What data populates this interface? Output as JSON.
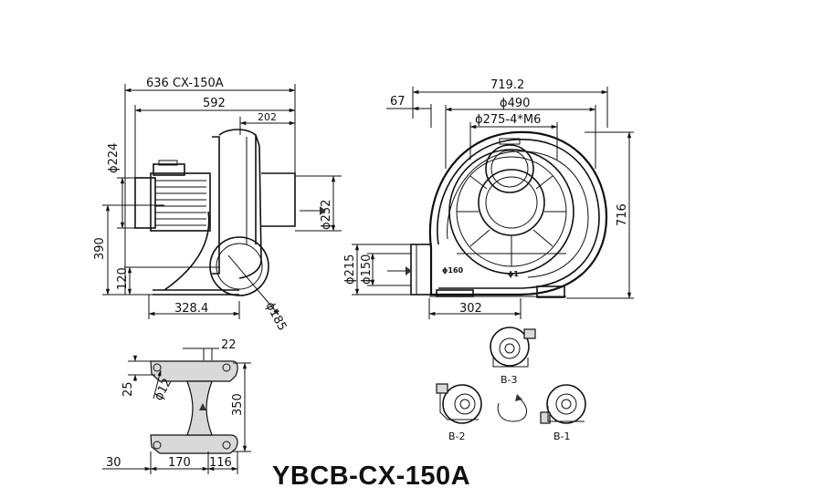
{
  "model": "YBCB-CX-150A",
  "side_view": {
    "dims": {
      "overall_length": "636 CX-150A",
      "length_592": "592",
      "width_202": "202",
      "dia_224": "ϕ224",
      "dia_252": "ϕ252",
      "height_390": "390",
      "height_120": "120",
      "base_328": "328.4",
      "dia_185": "ϕ185"
    }
  },
  "front_view": {
    "dims": {
      "overall_719": "719.2",
      "offset_67": "67",
      "dia_490": "ϕ490",
      "bolt_circle": "ϕ275-4*M6",
      "height_716": "716",
      "dia_215": "ϕ215",
      "dia_150": "ϕ150",
      "width_302": "302"
    },
    "outlet_label": "ϕ160",
    "rotation_mark": "ϕ1"
  },
  "base_view": {
    "dims": {
      "width_22": "22",
      "height_25": "25",
      "hole_12": "ϕ12",
      "height_350": "350",
      "offset_30": "30",
      "width_170": "170",
      "width_116": "116"
    }
  },
  "orientations": [
    {
      "label": "B-3"
    },
    {
      "label": "B-2"
    },
    {
      "label": "B-1"
    }
  ]
}
